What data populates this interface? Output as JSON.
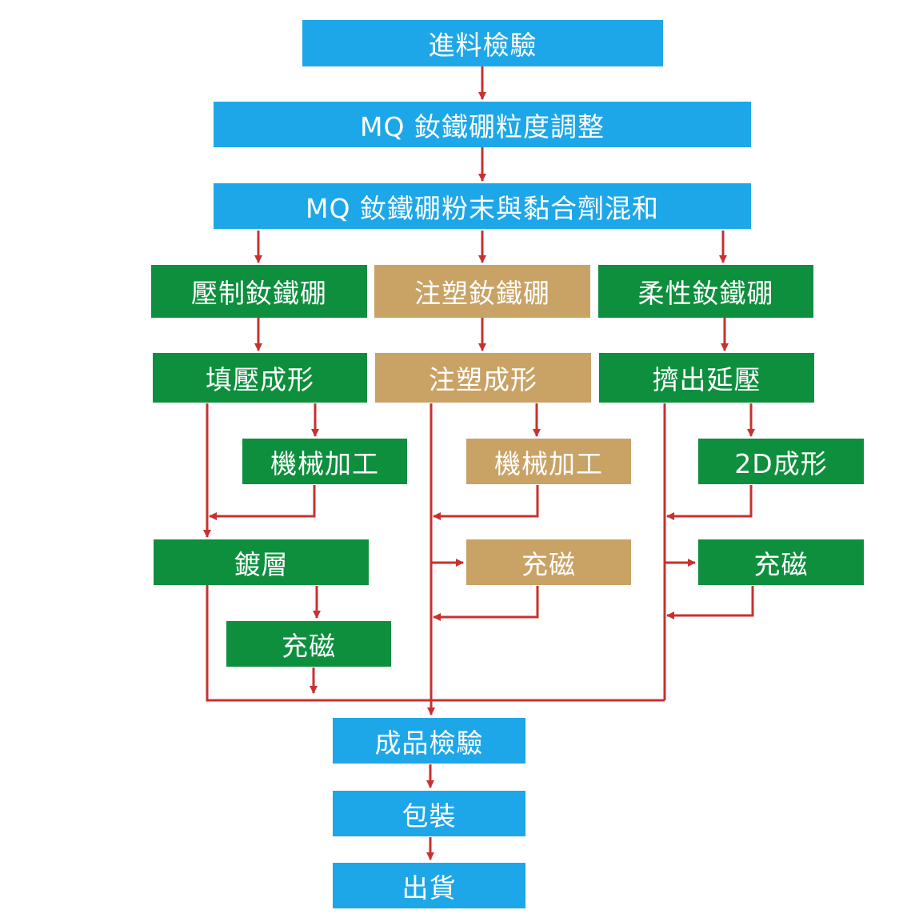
{
  "colors": {
    "main_process": "#1EA7E8",
    "pressed_branch": "#0E8F3E",
    "injection_branch": "#C9A265",
    "flexible_branch": "#0E8F3E",
    "arrow": "#C8312F"
  },
  "flow": {
    "incoming_inspection": "進料檢驗",
    "particle_size_adjustment": "MQ 釹鐵硼粒度調整",
    "powder_binder_mixing": "MQ 釹鐵硼粉末與黏合劑混和"
  },
  "branches": {
    "pressed": {
      "title": "壓制釹鐵硼",
      "forming": "填壓成形",
      "machining": "機械加工",
      "coating": "鍍層",
      "magnetizing": "充磁"
    },
    "injection": {
      "title": "注塑釹鐵硼",
      "forming": "注塑成形",
      "machining": "機械加工",
      "magnetizing": "充磁"
    },
    "flexible": {
      "title": "柔性釹鐵硼",
      "forming": "擠出延壓",
      "shaping_2d": "2D成形",
      "magnetizing": "充磁"
    }
  },
  "final": {
    "product_inspection": "成品檢驗",
    "packaging": "包裝",
    "shipping": "出貨"
  }
}
